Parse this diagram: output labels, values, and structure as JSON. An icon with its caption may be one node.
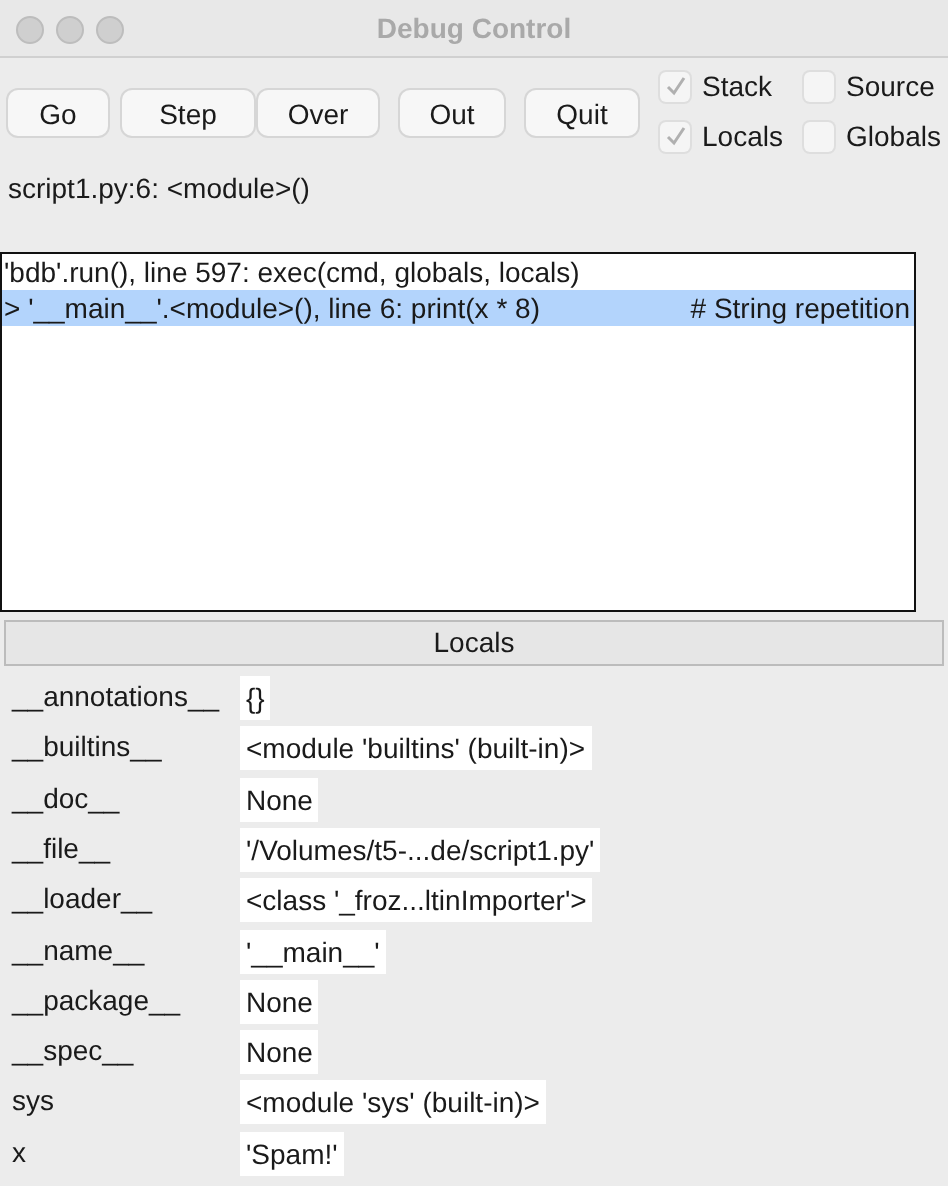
{
  "diagram": {
    "title": "Debug Control",
    "labels": [
      "Go",
      "Step",
      "Over",
      "Out",
      "Quit",
      "Stack",
      "Source",
      "Locals",
      "Globals",
      "script1.py:6: <module>()",
      "'bdb'.run(), line 597: exec(cmd, globals, locals)",
      "> '__main__'.<module>(), line 6: print(x * 8)",
      "# String repetition",
      "Locals",
      "__annotations__",
      "{}",
      "__builtins__",
      "<module 'builtins' (built-in)>",
      "__doc__",
      "None",
      "__file__",
      "'/Volumes/t5-...de/script1.py'",
      "__loader__",
      "<class '_froz...ltinImporter'>",
      "__name__",
      "'__main__'",
      "__package__",
      "None",
      "__spec__",
      "None",
      "sys",
      "<module 'sys' (built-in)>",
      "x",
      "'Spam!'"
    ]
  }
}
